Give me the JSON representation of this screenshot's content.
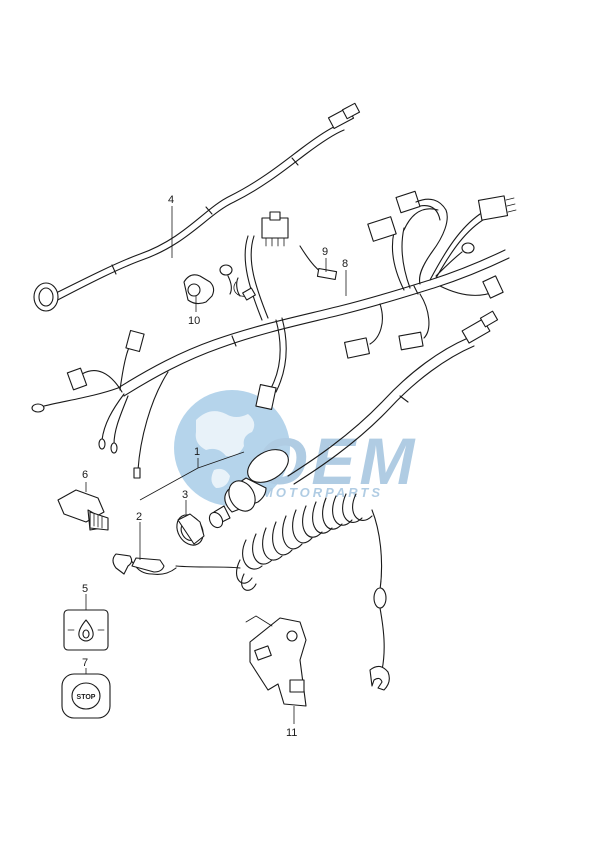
{
  "diagram": {
    "callouts": {
      "c1": "1",
      "c2": "2",
      "c3": "3",
      "c4": "4",
      "c5": "5",
      "c6": "6",
      "c7": "7",
      "c8": "8",
      "c9": "9",
      "c10": "10",
      "c11": "11"
    },
    "stop_switch_label": "STOP"
  },
  "watermark": {
    "brand": "OEM",
    "tagline": "MOTORPARTS",
    "color": "#1f6fb2"
  }
}
